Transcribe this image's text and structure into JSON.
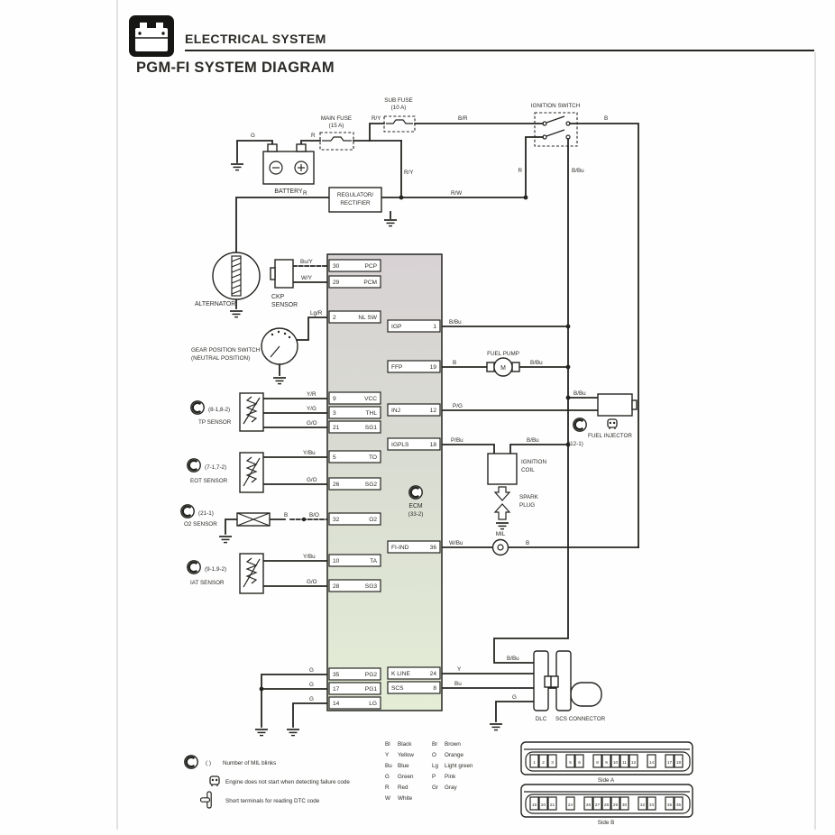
{
  "colors": {
    "ink": "#242420",
    "page_bg": "#ffffff",
    "ecm_fill_top": "#d8d2d4",
    "ecm_fill_bottom": "#e4edd6"
  },
  "header": {
    "section_title": "ELECTRICAL SYSTEM",
    "page_title": "PGM-FI SYSTEM DIAGRAM"
  },
  "components": {
    "battery": "BATTERY",
    "main_fuse": "MAIN FUSE",
    "main_fuse_rating": "(15 A)",
    "sub_fuse": "SUB FUSE",
    "sub_fuse_rating": "(10 A)",
    "ignition_switch": "IGNITION SWITCH",
    "regulator1": "REGULATOR/",
    "regulator2": "RECTIFIER",
    "alternator": "ALTERNATOR",
    "ckp1": "CKP",
    "ckp2": "SENSOR",
    "gear1": "GEAR POSITION SWITCH",
    "gear2": "(NEUTRAL POSITION)",
    "tp": "TP SENSOR",
    "tp_code": "(8-1,8-2)",
    "eot": "EOT SENSOR",
    "eot_code": "(7-1,7-2)",
    "o2": "O2 SENSOR",
    "o2_code": "(21-1)",
    "iat": "IAT SENSOR",
    "iat_code": "(9-1,9-2)",
    "ecm": "ECM",
    "ecm_code": "(33-2)",
    "fuel_pump": "FUEL PUMP",
    "motor": "M",
    "fuel_injector": "FUEL INJECTOR",
    "injector_code": "(12-1)",
    "coil1": "IGNITION",
    "coil2": "COIL",
    "spark1": "SPARK",
    "spark2": "PLUG",
    "mil": "MIL",
    "dlc": "DLC",
    "scs_connector": "SCS CONNECTOR"
  },
  "ecm_pins": {
    "left": [
      {
        "num": "30",
        "name": "PCP"
      },
      {
        "num": "29",
        "name": "PCM"
      },
      {
        "num": "2",
        "name": "NL SW"
      },
      {
        "num": "9",
        "name": "VCC"
      },
      {
        "num": "3",
        "name": "THL"
      },
      {
        "num": "21",
        "name": "SG1"
      },
      {
        "num": "5",
        "name": "TO"
      },
      {
        "num": "26",
        "name": "SG2"
      },
      {
        "num": "32",
        "name": "O2"
      },
      {
        "num": "10",
        "name": "TA"
      },
      {
        "num": "28",
        "name": "SG3"
      },
      {
        "num": "35",
        "name": "PG2"
      },
      {
        "num": "17",
        "name": "PG1"
      },
      {
        "num": "14",
        "name": "LG"
      }
    ],
    "right": [
      {
        "name": "IGP",
        "num": "1"
      },
      {
        "name": "FFP",
        "num": "19"
      },
      {
        "name": "INJ",
        "num": "12"
      },
      {
        "name": "IGPLS",
        "num": "18"
      },
      {
        "name": "FI-IND",
        "num": "36"
      },
      {
        "name": "K LINE",
        "num": "24"
      },
      {
        "name": "SCS",
        "num": "8"
      }
    ]
  },
  "wires": {
    "g_battery": "G",
    "r_battery": "R",
    "ry_subfuse": "R/Y",
    "br_ignition": "B/R",
    "b_ignition_out": "B",
    "r_ignition_down": "R",
    "bbu_ignition_down": "B/Bu",
    "ry_regulator": "R/Y",
    "r_regulator": "R",
    "rw_regulator": "R/W",
    "buy_ckp": "Bu/Y",
    "wy_ckp": "W/Y",
    "lgr_gear": "Lg/R",
    "yr_tp": "Y/R",
    "yg_tp": "Y/G",
    "go_tp": "G/O",
    "ybu_eot": "Y/Bu",
    "go_eot": "G/O",
    "b_o2": "B",
    "bo_o2": "B/O",
    "ybu_iat": "Y/Bu",
    "go_iat": "G/O",
    "bbu_igp": "B/Bu",
    "b_ffp": "B",
    "bbu_pump": "B/Bu",
    "pg_inj": "P/G",
    "bbu_inj": "B/Bu",
    "pbu_igpls": "P/Bu",
    "bbu_coil": "B/Bu",
    "wbu_mil": "W/Bu",
    "b_mil": "B",
    "g_pg2": "G",
    "g_pg1": "G",
    "g_lg": "G",
    "y_kline": "Y",
    "bu_scs": "Bu",
    "bbu_dlc": "B/Bu",
    "g_dlc": "G"
  },
  "legend": {
    "col1": [
      [
        "Bl",
        "Black"
      ],
      [
        "Y",
        "Yellow"
      ],
      [
        "Bu",
        "Blue"
      ],
      [
        "G",
        "Green"
      ],
      [
        "R",
        "Red"
      ],
      [
        "W",
        "White"
      ]
    ],
    "col2": [
      [
        "Br",
        "Brown"
      ],
      [
        "O",
        "Orange"
      ],
      [
        "Lg",
        "Light green"
      ],
      [
        "P",
        "Pink"
      ],
      [
        "Gr",
        "Gray"
      ]
    ]
  },
  "notes": {
    "n1_prefix": "(  )",
    "n1": "Number of MIL blinks",
    "n2": "Engine does not start when detecting failure code",
    "n3": "Short terminals for reading DTC code"
  },
  "connector_views": {
    "side_a": "Side A",
    "side_b": "Side B",
    "side_a_pins": [
      "1",
      "2",
      "3",
      "5",
      "6",
      "8",
      "9",
      "10",
      "11",
      "12",
      "14",
      "17",
      "18"
    ],
    "side_b_pins": [
      "19",
      "20",
      "21",
      "24",
      "26",
      "27",
      "28",
      "29",
      "30",
      "32",
      "33",
      "35",
      "36"
    ]
  }
}
